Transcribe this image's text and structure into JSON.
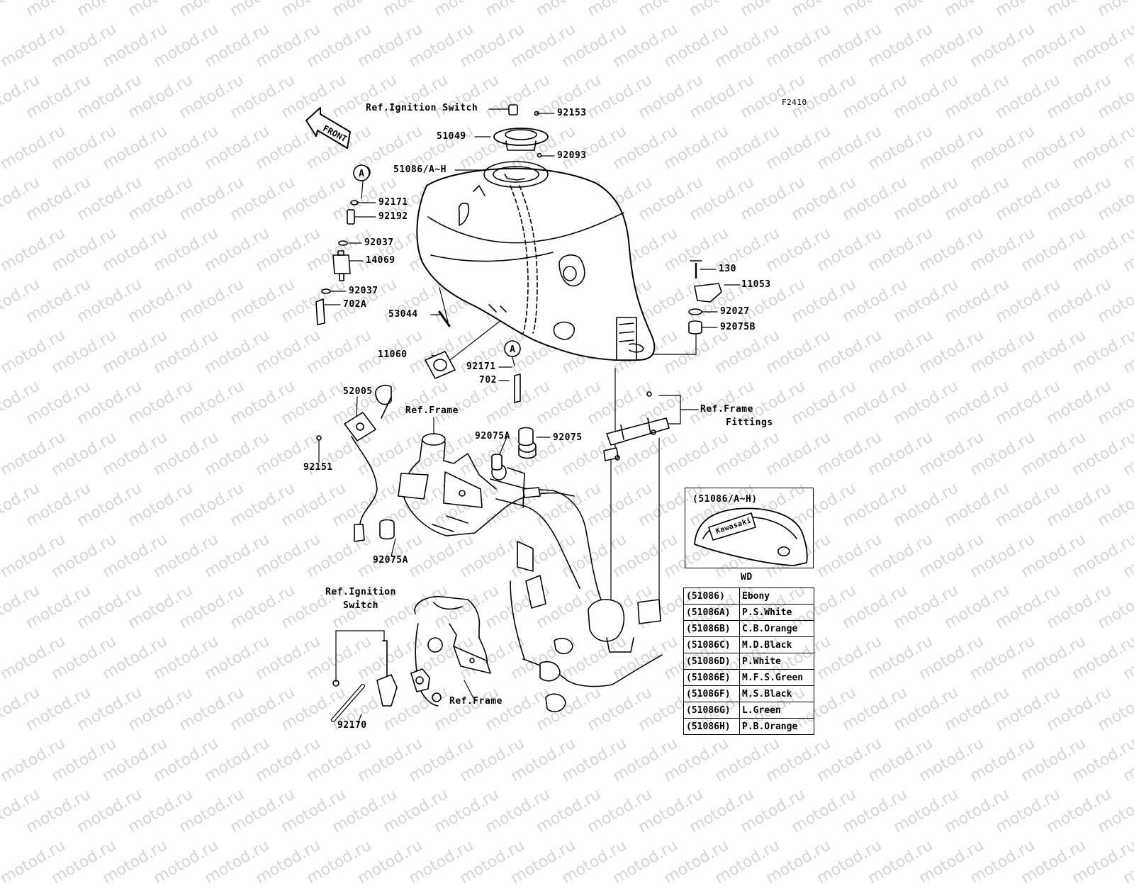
{
  "diagram_code": "F2410",
  "watermark": "motod.ru",
  "front_label": "FRONT",
  "parts": {
    "ref_ignition_top": "Ref.Ignition Switch",
    "p92153": "92153",
    "p51049": "51049",
    "p92093": "92093",
    "p51086": "51086/A~H",
    "marker_a_left": "A",
    "p92171_left": "92171",
    "p92192": "92192",
    "p92037_a": "92037",
    "p14069": "14069",
    "p92037_b": "92037",
    "p702A": "702A",
    "p53044": "53044",
    "p11060": "11060",
    "marker_a_center": "A",
    "p92171_center": "92171",
    "p702": "702",
    "p52005": "52005",
    "ref_frame_a": "Ref.Frame",
    "p92151": "92151",
    "p92075A_top": "92075A",
    "p92075": "92075",
    "p92075A_bottom": "92075A",
    "p130": "130",
    "p11053": "11053",
    "p92027": "92027",
    "p92075B": "92075B",
    "ref_frame_fittings_1": "Ref.Frame",
    "ref_frame_fittings_2": "Fittings",
    "ref_ignition_bottom_1": "Ref.Ignition",
    "ref_ignition_bottom_2": "Switch",
    "p92170": "92170",
    "ref_frame_b": "Ref.Frame"
  },
  "inset": {
    "title": "(51086/A~H)",
    "tank_logo": "Kawasaki",
    "caption": "WD"
  },
  "color_table": [
    {
      "code": "(51086)",
      "color": "Ebony"
    },
    {
      "code": "(51086A)",
      "color": "P.S.White"
    },
    {
      "code": "(51086B)",
      "color": "C.B.Orange"
    },
    {
      "code": "(51086C)",
      "color": "M.D.Black"
    },
    {
      "code": "(51086D)",
      "color": "P.White"
    },
    {
      "code": "(51086E)",
      "color": "M.F.S.Green"
    },
    {
      "code": "(51086F)",
      "color": "M.S.Black"
    },
    {
      "code": "(51086G)",
      "color": "L.Green"
    },
    {
      "code": "(51086H)",
      "color": "P.B.Orange"
    }
  ]
}
